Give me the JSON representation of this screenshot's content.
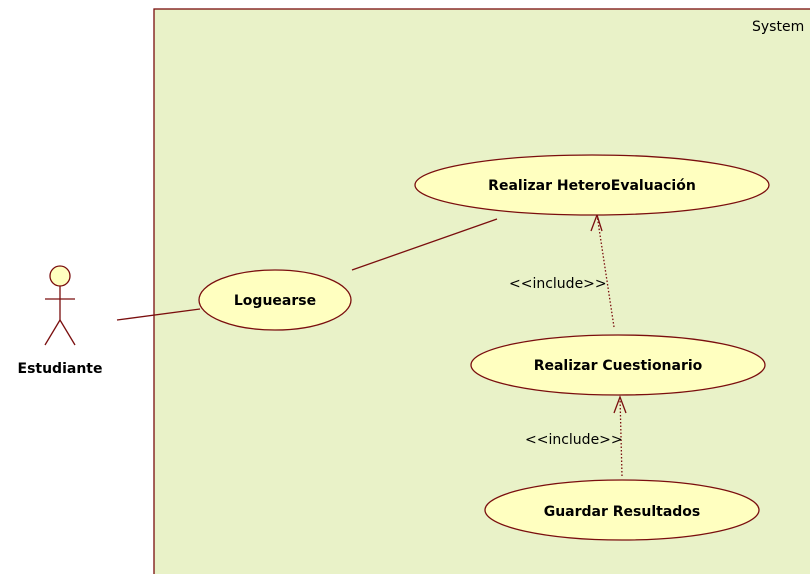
{
  "diagram": {
    "system_label": "System",
    "actor": {
      "name": "Estudiante"
    },
    "use_cases": {
      "loguearse": "Loguearse",
      "hetero": "Realizar HeteroEvaluación",
      "cuestionario": "Realizar Cuestionario",
      "guardar": "Guardar Resultados"
    },
    "relations": {
      "include_1": "<<include>>",
      "include_2": "<<include>>"
    },
    "colors": {
      "boundary_fill": "#E9F2C8",
      "boundary_stroke": "#7A0E0E",
      "usecase_fill": "#FFFFC0",
      "line": "#7A0E0E"
    }
  }
}
